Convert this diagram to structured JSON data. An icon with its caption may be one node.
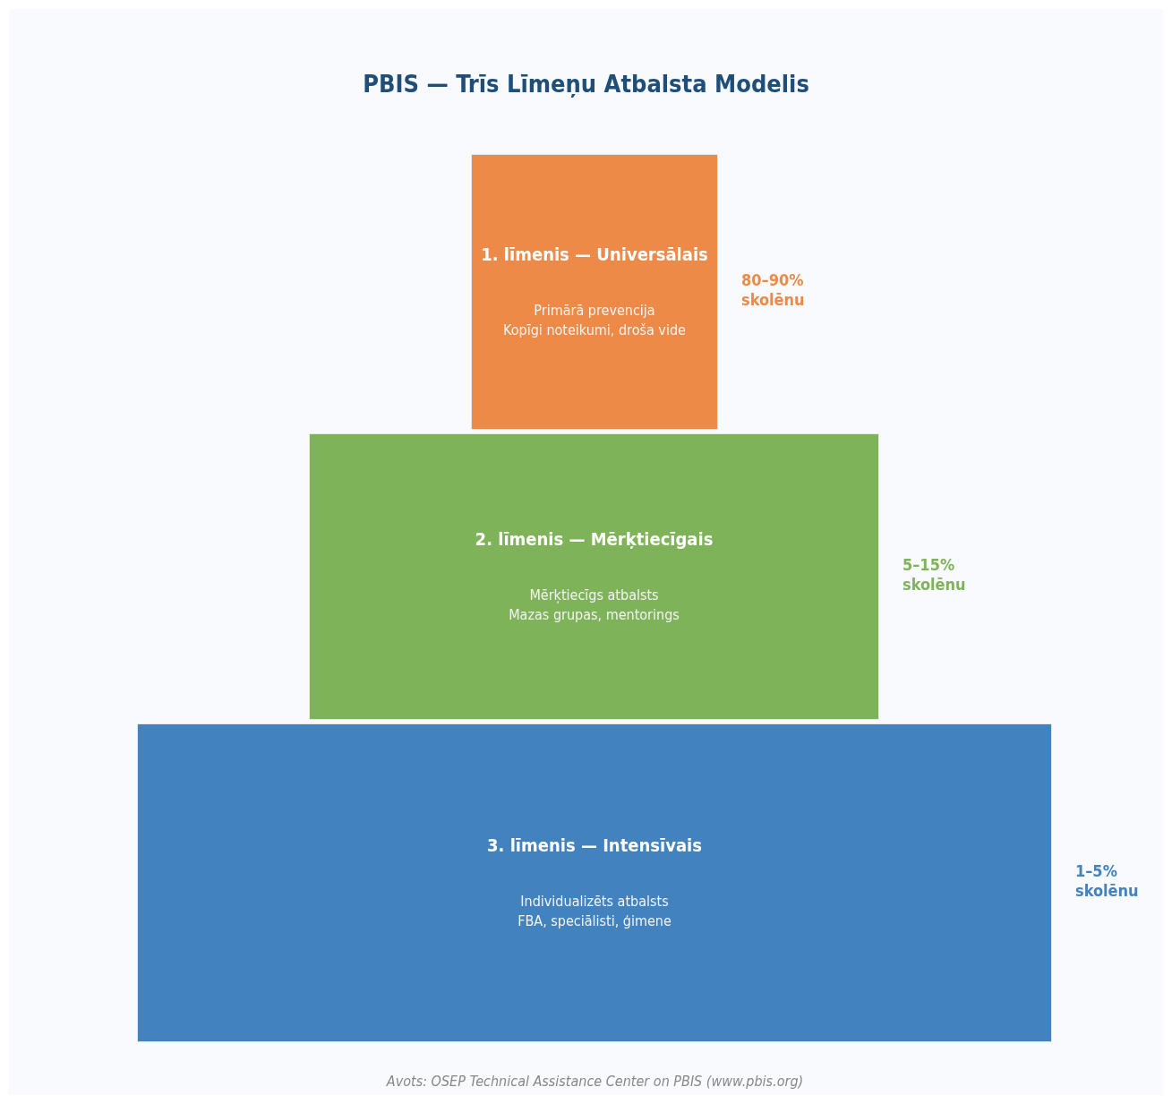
{
  "diagram": {
    "title": "PBIS — Trīs Līmeņu Atbalsta Modelis",
    "caption": "Avots: OSEP Technical Assistance Center on PBIS (www.pbis.org)",
    "nodes": [
      {
        "text": [
          "1. līmenis — Universālais",
          "Primārā prevencija",
          "Kopīgi noteikumi, droša vide"
        ],
        "beside": [
          "80–90% skolēnu"
        ]
      },
      {
        "text": [
          "2. līmenis — Mērķtiecīgais",
          "Mērķtiecīgs atbalsts",
          "Mazas grupas, mentorings"
        ],
        "beside": [
          "5–15% skolēnu"
        ]
      },
      {
        "text": [
          "3. līmenis — Intensīvais",
          "Individualizēts atbalsts",
          "FBA, speciālisti, ģimene"
        ],
        "beside": [
          "1–5% skolēnu"
        ]
      }
    ],
    "edges": []
  }
}
